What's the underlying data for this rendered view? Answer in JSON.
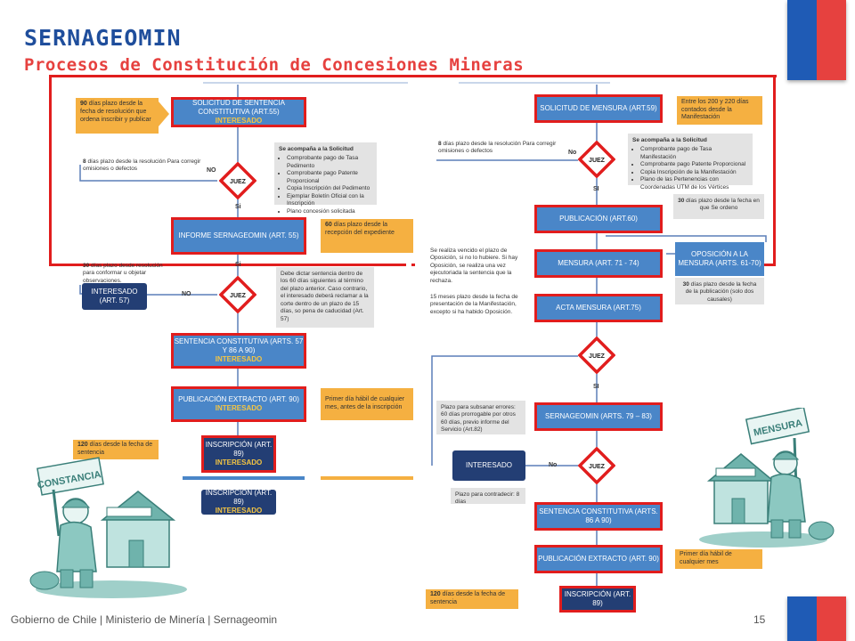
{
  "header": {
    "title": "SERNAGEOMIN",
    "subtitle": "Procesos de Constitución de Concesiones Mineras"
  },
  "footer": {
    "text": "Gobierno de Chile | Ministerio de Minería | Sernageomin",
    "page": "15"
  },
  "left": {
    "n1": "SOLICITUD DE SENTENCIA CONSTITUTIVA (ART.55)",
    "n1_sub": "INTERESADO",
    "note1_days": "90",
    "note1": "días plazo desde la fecha de resolución que ordena inscribir y publicar",
    "t8_days": "8",
    "t8": "días plazo desde la resolución Para corregir omisiones o defectos",
    "no1": "NO",
    "juez1": "JUEZ",
    "si1": "Si",
    "checklist_title": "Se acompaña a la Solicitud",
    "checklist": [
      "Comprobante pago de Tasa Pedimento",
      "Comprobante pago Patente Proporcional",
      "Copia Inscripción del Pedimento",
      "Ejemplar Boletín Oficial con la Inscripción",
      "Plano concesión solicitada"
    ],
    "n2": "INFORME SERNAGEOMIN (ART. 55)",
    "note2_days": "60",
    "note2": "días plazo desde la recepción del expediente",
    "si2": "Si",
    "t30_days": "30",
    "t30": "días plazo desde resolución para conformar u objetar observaciones.",
    "n_interesado57": "INTERESADO (ART. 57)",
    "no2": "NO",
    "juez2": "JUEZ",
    "gnote2": "Debe dictar sentencia dentro de los 60 días siguientes al término del plazo anterior. Caso contrario, el interesado deberá reclamar a la corte dentro de un plazo de 15 días, so pena de caducidad (Art. 57)",
    "n3": "SENTENCIA CONSTITUTIVA (ARTS. 57 Y 86 A 90)",
    "n3_sub": "INTERESADO",
    "n4": "PUBLICACIÓN EXTRACTO (ART. 90)",
    "n4_sub": "INTERESADO",
    "note4": "Primer día hábil de cualquier mes, antes de la inscripción",
    "note5_days": "120",
    "note5": "días desde la fecha de sentencia",
    "n5": "INSCRIPCIÓN (ART. 89)",
    "n5_sub": "INTERESADO",
    "n6": "INSCRIPCIÓN (ART. 89)",
    "n6_sub": "INTERESADO",
    "sign": "CONSTANCIA"
  },
  "right": {
    "m1": "SOLICITUD DE MENSURA (ART.59)",
    "mnote1": "Entre los 200 y 220 días contados desde la Manifestación",
    "t8_days": "8",
    "t8": "días plazo desde la resolución Para corregir omisiones o defectos",
    "no1": "No",
    "juez1": "JUEZ",
    "checklist_title": "Se acompaña a la Solicitud",
    "checklist": [
      "Comprobante pago de Tasa Manifestación",
      "Comprobante pago Patente Proporcional",
      "Copia Inscripción de la Manifestación",
      "Plano de las Pertenencias con Coordenadas UTM de los Vértices"
    ],
    "si1": "SI",
    "m2": "PUBLICACIÓN (ART.60)",
    "mnote2_days": "30",
    "mnote2": "días plazo desde la fecha en que Se ordeno",
    "gtext1": "Se realiza vencido el plazo de Oposición, si no lo hubiere. Si hay Oposición, se realiza una vez ejecutoriada la sentencia que la rechaza.",
    "m3": "MENSURA (ART. 71 - 74)",
    "op": "OPOSICIÓN A LA MENSURA (ARTS. 61-70)",
    "opnote_days": "30",
    "opnote": "días plazo desde la fecha de la publicación (solo dos causales)",
    "gtext2": "15 meses plazo desde la fecha de presentación de la Manifestación, excepto si ha habido Oposición.",
    "m4": "ACTA MENSURA (ART.75)",
    "juez2": "JUEZ",
    "si2": "SI",
    "gnote3": "Plazo para subsanar errores: 60 días prorrogable por otros 60 días, previo informe del Servicio (Art.82)",
    "m5": "SERNAGEOMIN (ARTS. 79 – 83)",
    "m_interesado": "INTERESADO",
    "no2": "No",
    "juez3": "JUEZ",
    "gnote4": "Plazo para contradecir: 8 días",
    "m6": "SENTENCIA CONSTITUTIVA (ARTS. 86 A 90)",
    "m7": "PUBLICACIÓN EXTRACTO (ART. 90)",
    "mnote7": "Primer día hábil de cualquier mes",
    "mnote8_days": "120",
    "mnote8": "días desde la fecha de sentencia",
    "m8": "INSCRIPCIÓN (ART. 89)",
    "sign": "MENSURA"
  },
  "colors": {
    "blue": "#4a86c8",
    "dark": "#233e74",
    "red": "#e11d1d",
    "orange": "#f5b041",
    "title": "#1f4e9c",
    "subtitle": "#e6413f"
  }
}
